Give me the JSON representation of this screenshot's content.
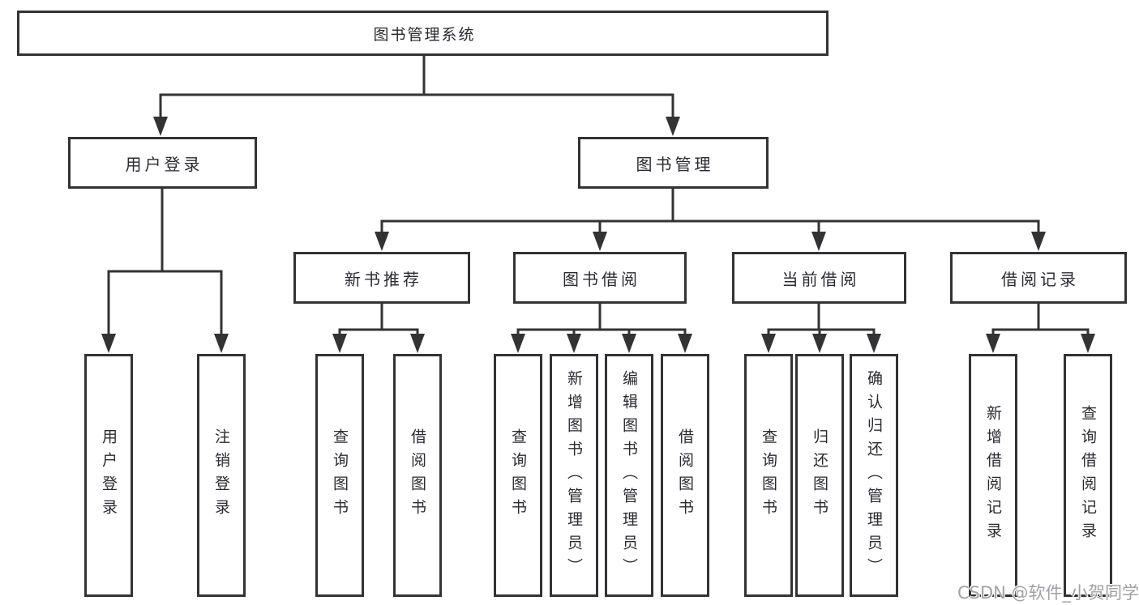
{
  "diagram": {
    "type": "tree",
    "title": "图书管理系统",
    "tree": {
      "root": {
        "label": "图书管理系统"
      },
      "branches": [
        {
          "label": "用户登录",
          "children": [
            {
              "label": "用户登录"
            },
            {
              "label": "注销登录"
            }
          ]
        },
        {
          "label": "图书管理",
          "children": [
            {
              "label": "新书推荐",
              "children": [
                {
                  "label": "查询图书"
                },
                {
                  "label": "借阅图书"
                }
              ]
            },
            {
              "label": "图书借阅",
              "children": [
                {
                  "label": "查询图书"
                },
                {
                  "label": "新增图书（管理员）"
                },
                {
                  "label": "编辑图书（管理员）"
                },
                {
                  "label": "借阅图书"
                }
              ]
            },
            {
              "label": "当前借阅",
              "children": [
                {
                  "label": "查询图书"
                },
                {
                  "label": "归还图书"
                },
                {
                  "label": "确认归还（管理员）"
                }
              ]
            },
            {
              "label": "借阅记录",
              "children": [
                {
                  "label": "新增借阅记录"
                },
                {
                  "label": "查询借阅记录"
                }
              ]
            }
          ]
        }
      ]
    },
    "colors": {
      "line": "#333336",
      "text": "#2a2a31",
      "background": "#ffffff",
      "watermark": "#a1a1a7"
    }
  },
  "watermark": {
    "text": "CSDN @软件_小贺同学"
  }
}
